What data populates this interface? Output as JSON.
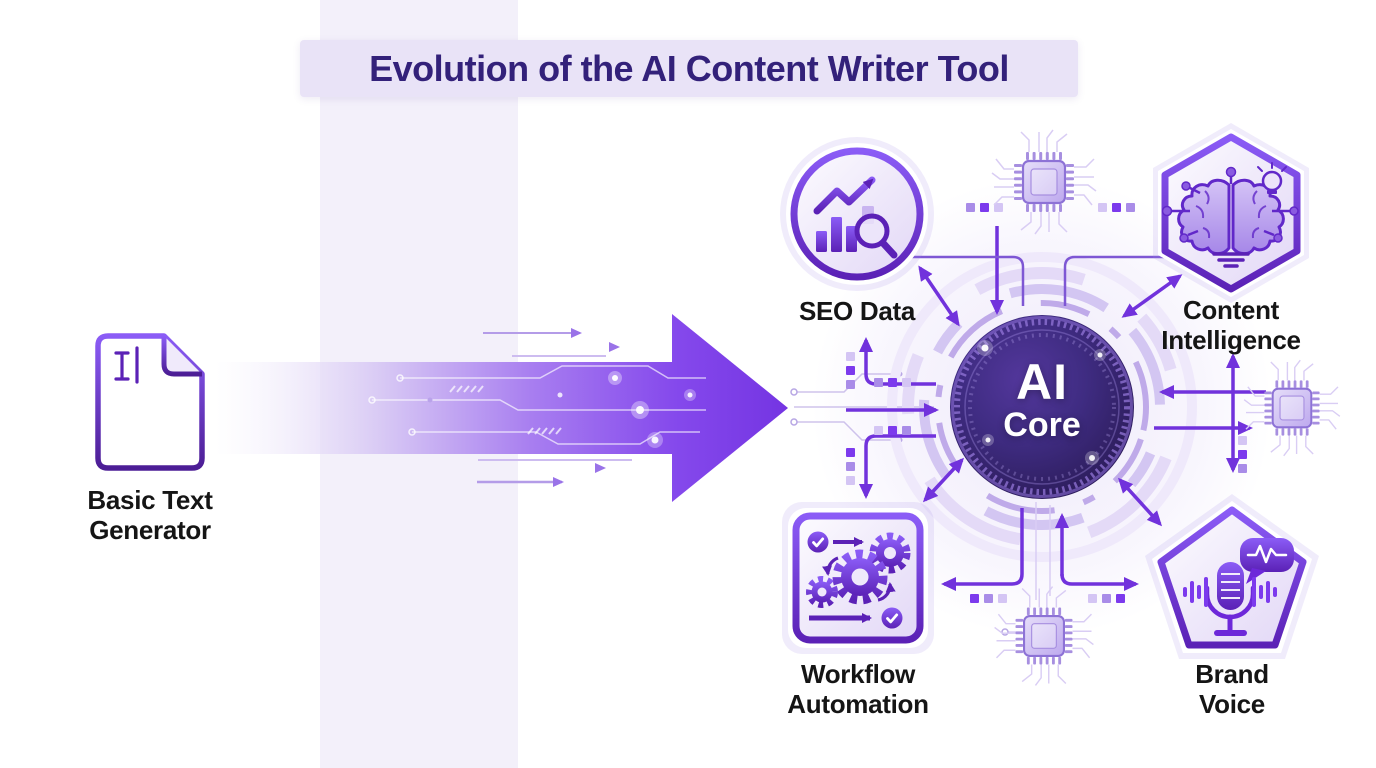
{
  "title": "Evolution of the AI Content Writer Tool",
  "stages": {
    "before": {
      "label": "Basic Text Generator",
      "icon": "document-text-cursor-icon"
    },
    "transition": {
      "icon": "large-right-arrow",
      "decor": [
        "circuit-traces",
        "speed-lines",
        "glow-dots"
      ]
    },
    "after": {
      "core": {
        "line1": "AI",
        "line2": "Core"
      },
      "nodes": [
        {
          "id": "seo-data",
          "label": "SEO Data",
          "shape": "circle",
          "icon": "analytics-search-icon"
        },
        {
          "id": "content-intelligence",
          "label": "Content Intelligence",
          "shape": "hexagon",
          "icon": "brain-bulb-icon"
        },
        {
          "id": "workflow-automation",
          "label": "Workflow Automation",
          "shape": "rounded-square",
          "icon": "gears-process-icon"
        },
        {
          "id": "brand-voice",
          "label": "Brand Voice",
          "shape": "pentagon",
          "icon": "microphone-wave-icon"
        }
      ],
      "decor": [
        "chip-icon-top",
        "chip-icon-right",
        "chip-icon-bottom",
        "connection-arrows",
        "pixel-dots"
      ]
    }
  },
  "colors": {
    "accent": "#7c3aed",
    "accent_dark": "#5b21b6",
    "arrow_purple": "#7132dc",
    "title_text": "#33217a",
    "title_bg": "#e9e3f7",
    "label_text": "#151515",
    "core_center": "#3f2c82",
    "band": "#f2eefa"
  }
}
